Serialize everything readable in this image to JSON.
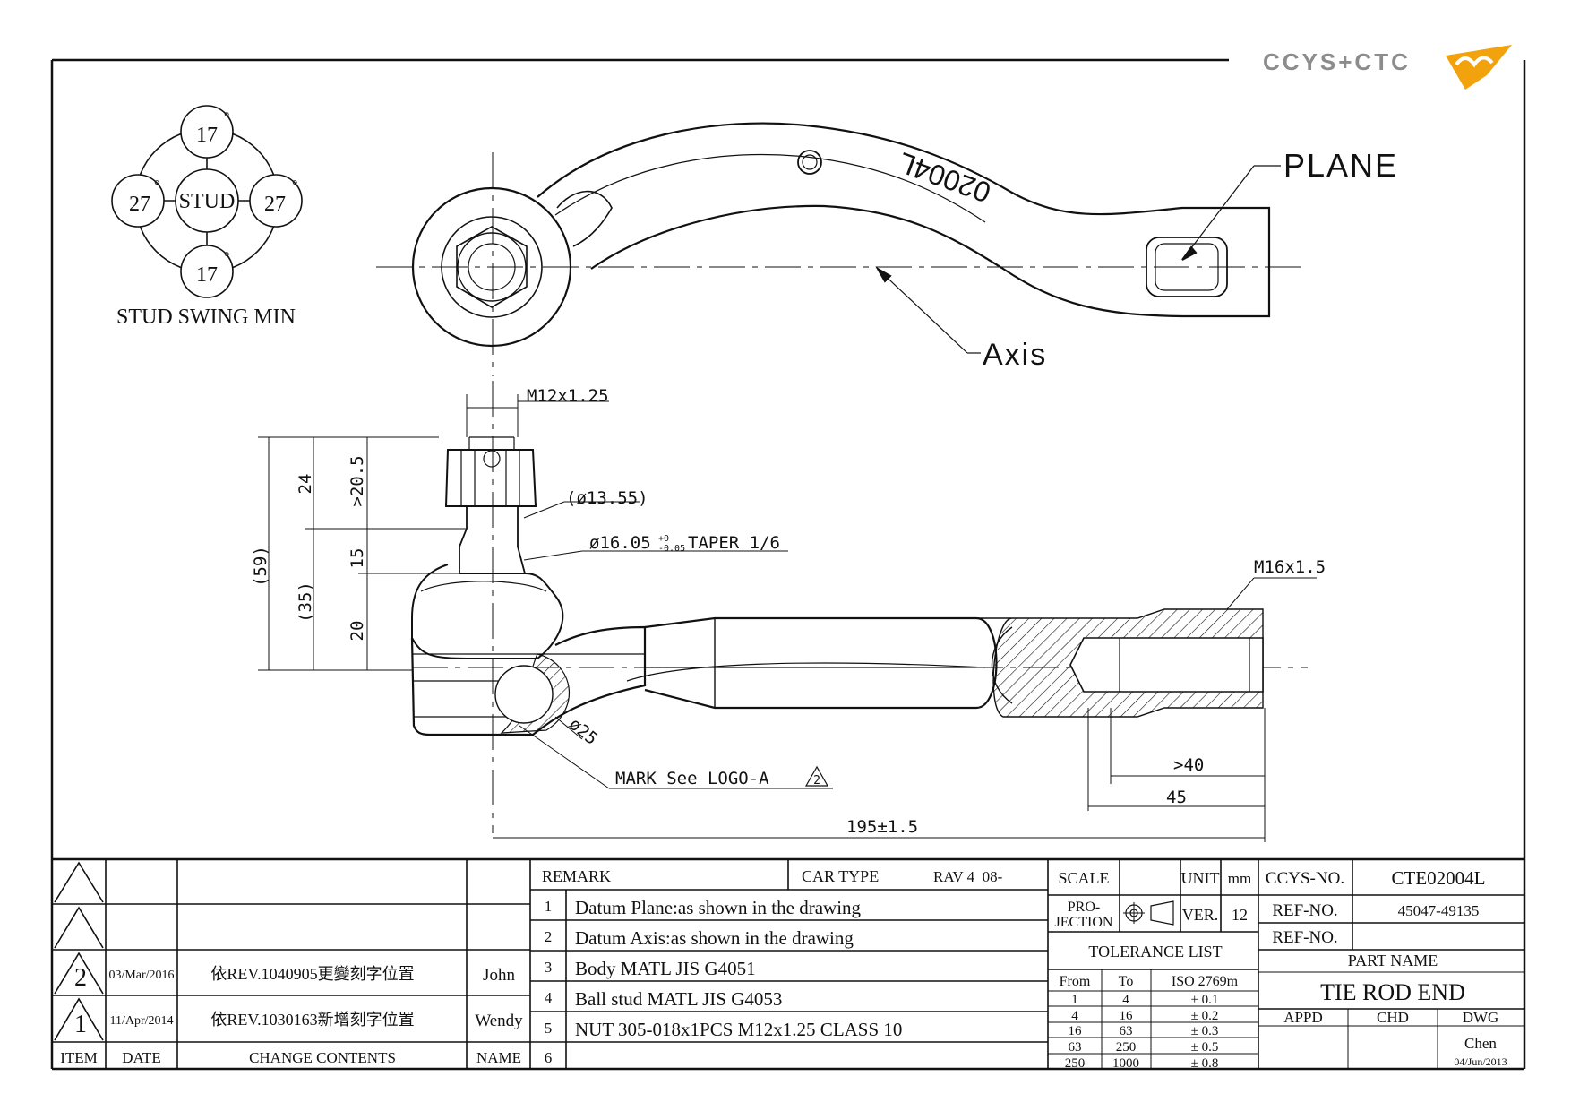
{
  "logo": {
    "text": "CCYS+CTC"
  },
  "swing": {
    "center": "STUD",
    "top": "17",
    "bottom": "17",
    "left": "27",
    "right": "27",
    "degree": "°",
    "caption": "STUD SWING MIN"
  },
  "top_view": {
    "arm_mark": "02004L",
    "plane_label": "PLANE",
    "axis_label": "Axis"
  },
  "dims": {
    "thread": "M12x1.25",
    "d59": "(59)",
    "d35": "(35)",
    "d24": "24",
    "d20_5": ">20.5",
    "d15": "15",
    "d20": "20",
    "dia_1355": "(ø13.55)",
    "taper": "ø16.05",
    "taper_tol_up": "+0",
    "taper_tol_lo": "-0.05",
    "taper_tail": "TAPER 1/6",
    "m16": "M16x1.5",
    "dia25": "ø25",
    "d40": ">40",
    "d45": "45",
    "d195": "195±1.5",
    "mark": "MARK See LOGO-A",
    "mark_tri": "2"
  },
  "revisions": {
    "rows": [
      {
        "item": "",
        "date": "",
        "change": "",
        "name": ""
      },
      {
        "item": "",
        "date": "",
        "change": "",
        "name": ""
      },
      {
        "item": "2",
        "date": "03/Mar/2016",
        "change": "依REV.1040905更變刻字位置",
        "name": "John"
      },
      {
        "item": "1",
        "date": "11/Apr/2014",
        "change": "依REV.1030163新增刻字位置",
        "name": "Wendy"
      }
    ],
    "headers": {
      "item": "ITEM",
      "date": "DATE",
      "change": "CHANGE CONTENTS",
      "name": "NAME"
    }
  },
  "remarks": {
    "title": "REMARK",
    "car_type_label": "CAR TYPE",
    "car_type": "RAV 4_08-",
    "items": [
      {
        "no": "1",
        "text": "Datum Plane:as shown in the drawing"
      },
      {
        "no": "2",
        "text": "Datum Axis:as shown in the drawing"
      },
      {
        "no": "3",
        "text": "Body MATL JIS G4051"
      },
      {
        "no": "4",
        "text": "Ball stud MATL JIS G4053"
      },
      {
        "no": "5",
        "text": "NUT 305-018x1PCS M12x1.25 CLASS 10"
      },
      {
        "no": "6",
        "text": ""
      }
    ]
  },
  "scale_block": {
    "scale": "SCALE",
    "unit_label": "UNIT",
    "unit": "mm",
    "projection": [
      "PRO-",
      "JECTION"
    ],
    "ver_label": "VER.",
    "ver": "12"
  },
  "tolerance": {
    "title": "TOLERANCE LIST",
    "headers": [
      "From",
      "To",
      "ISO 2769m"
    ],
    "rows": [
      [
        "1",
        "4",
        "± 0.1"
      ],
      [
        "4",
        "16",
        "± 0.2"
      ],
      [
        "16",
        "63",
        "± 0.3"
      ],
      [
        "63",
        "250",
        "± 0.5"
      ],
      [
        "250",
        "1000",
        "± 0.8"
      ]
    ]
  },
  "part": {
    "ccys_label": "CCYS-NO.",
    "ccys": "CTE02004L",
    "ref1_label": "REF-NO.",
    "ref1": "45047-49135",
    "ref2_label": "REF-NO.",
    "ref2": "",
    "part_name_label": "PART NAME",
    "part_name": "TIE ROD END",
    "appd": "APPD",
    "chd": "CHD",
    "dwg": "DWG",
    "drawer": "Chen",
    "date": "04/Jun/2013"
  },
  "colors": {
    "logo_gray": "#8c8c8c",
    "logo_orange": "#f2a20c"
  }
}
